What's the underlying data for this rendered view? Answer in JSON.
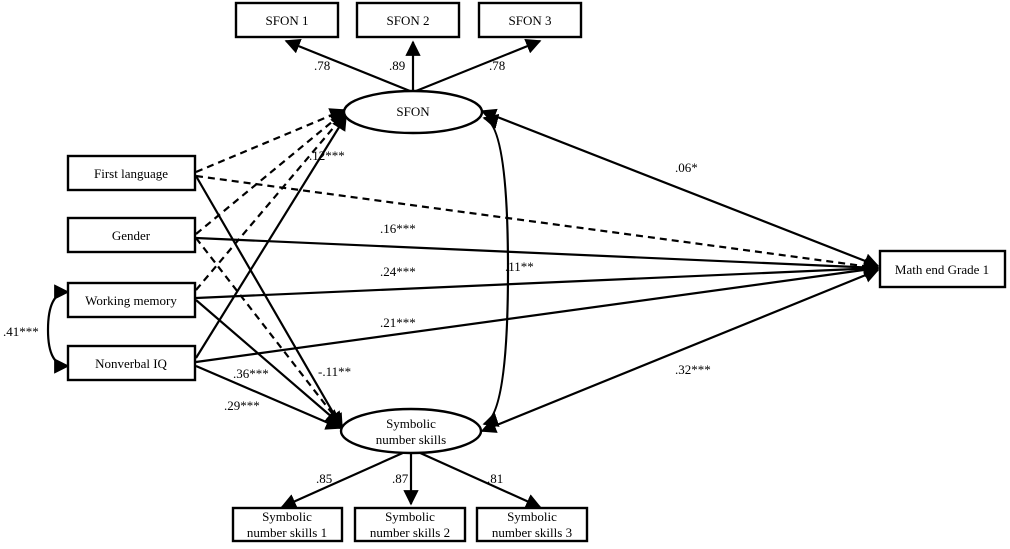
{
  "nodes": {
    "sfon1": "SFON 1",
    "sfon2": "SFON 2",
    "sfon3": "SFON 3",
    "sfon": "SFON",
    "first_language": "First language",
    "gender": "Gender",
    "working_memory": "Working memory",
    "nonverbal_iq": "Nonverbal IQ",
    "math": "Math end Grade 1",
    "symbolic_line1": "Symbolic",
    "symbolic_line2": "number skills",
    "sns1_line1": "Symbolic",
    "sns1_line2": "number skills 1",
    "sns2_line1": "Symbolic",
    "sns2_line2": "number skills 2",
    "sns3_line1": "Symbolic",
    "sns3_line2": "number skills 3"
  },
  "coefficients": {
    "sfon_to_sfon1": ".78",
    "sfon_to_sfon2": ".89",
    "sfon_to_sfon3": ".78",
    "nonverbal_to_sfon": ".12***",
    "sfon_to_math": ".06*",
    "gender_to_math": ".16***",
    "working_memory_to_math": ".24***",
    "sfon_symbolic_cov": ".11**",
    "nonverbal_to_math": ".21***",
    "wm_iq_cov": ".41***",
    "working_memory_to_symbolic": ".36***",
    "first_language_to_symbolic": "-.11**",
    "nonverbal_to_symbolic": ".29***",
    "symbolic_to_math": ".32***",
    "symbolic_to_sns1": ".85",
    "symbolic_to_sns2": ".87",
    "symbolic_to_sns3": ".81"
  }
}
